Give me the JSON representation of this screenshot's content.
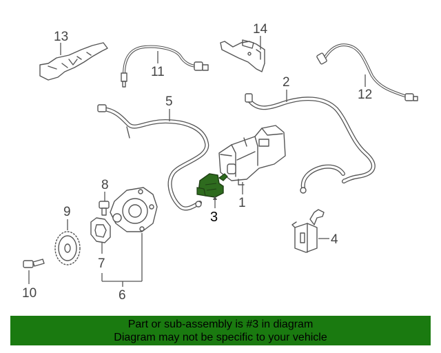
{
  "callouts": {
    "c1": "1",
    "c2": "2",
    "c3": "3",
    "c4": "4",
    "c5": "5",
    "c6": "6",
    "c7": "7",
    "c8": "8",
    "c9": "9",
    "c10": "10",
    "c11": "11",
    "c12": "12",
    "c13": "13",
    "c14": "14"
  },
  "highlight_color": "#2e6b1e",
  "banner": {
    "line1": "Part or sub-assembly is #3 in diagram",
    "line2": "Diagram may not be specific to your vehicle",
    "color": "#1a7a10"
  }
}
